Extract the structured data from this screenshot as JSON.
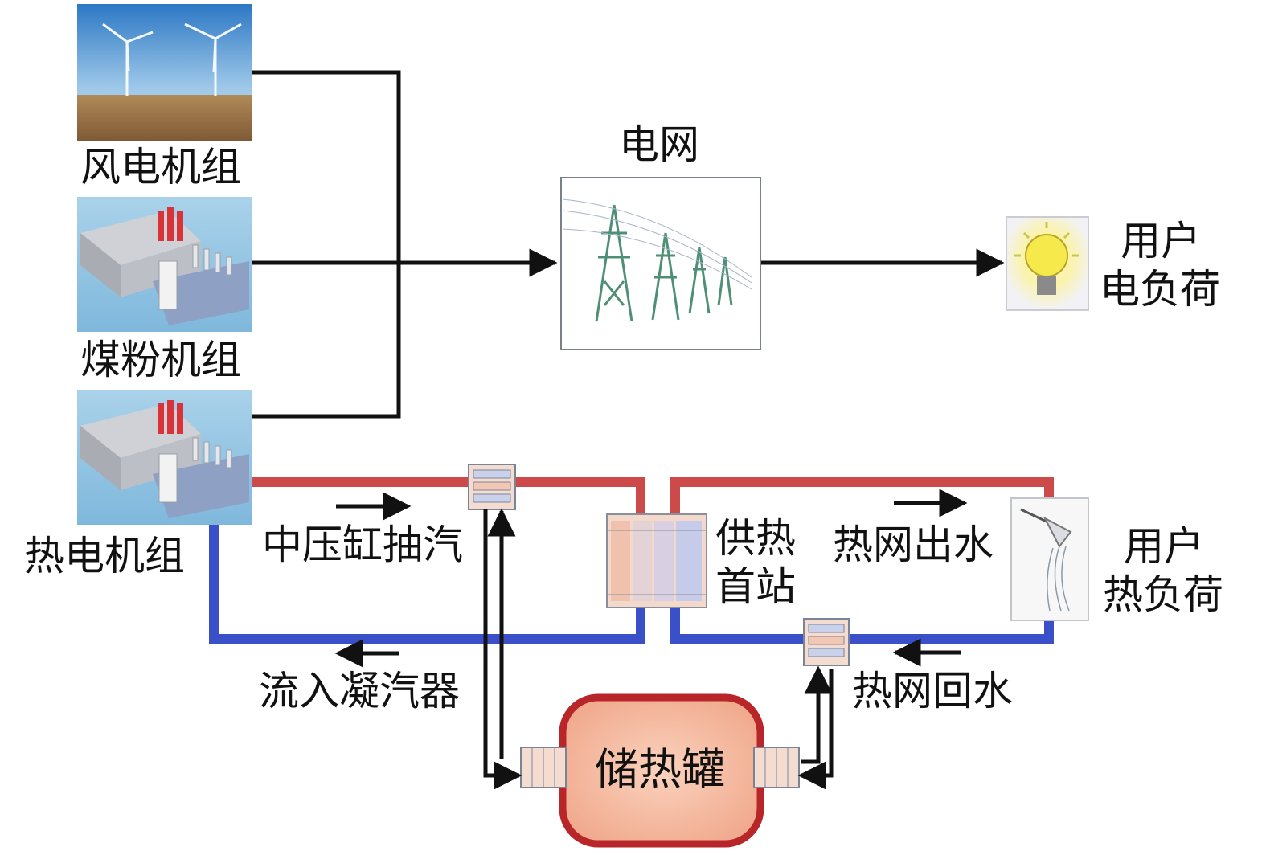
{
  "labels": {
    "wind_unit": "风电机组",
    "coal_unit": "煤粉机组",
    "chp_unit": "热电机组",
    "grid": "电网",
    "user_elec_load_line1": "用户",
    "user_elec_load_line2": "电负荷",
    "mp_extraction": "中压缸抽汽",
    "heat_station_line1": "供热",
    "heat_station_line2": "首站",
    "heat_supply_water": "热网出水",
    "user_heat_load_line1": "用户",
    "user_heat_load_line2": "热负荷",
    "to_condenser": "流入凝汽器",
    "heat_return_water": "热网回水",
    "storage_tank": "储热罐"
  },
  "colors": {
    "hot_pipe": "#cc4a4a",
    "cold_pipe": "#3a50c8",
    "line": "#111111",
    "tank_fill": "#f3b59a",
    "tank_border": "#b8262a"
  },
  "icons": {
    "wind": "wind-turbines-photo",
    "coal": "power-plant-illustration",
    "chp": "power-plant-illustration",
    "grid": "transmission-tower-icon",
    "elec_load": "light-bulb-icon",
    "heat_load": "shower-icon"
  }
}
